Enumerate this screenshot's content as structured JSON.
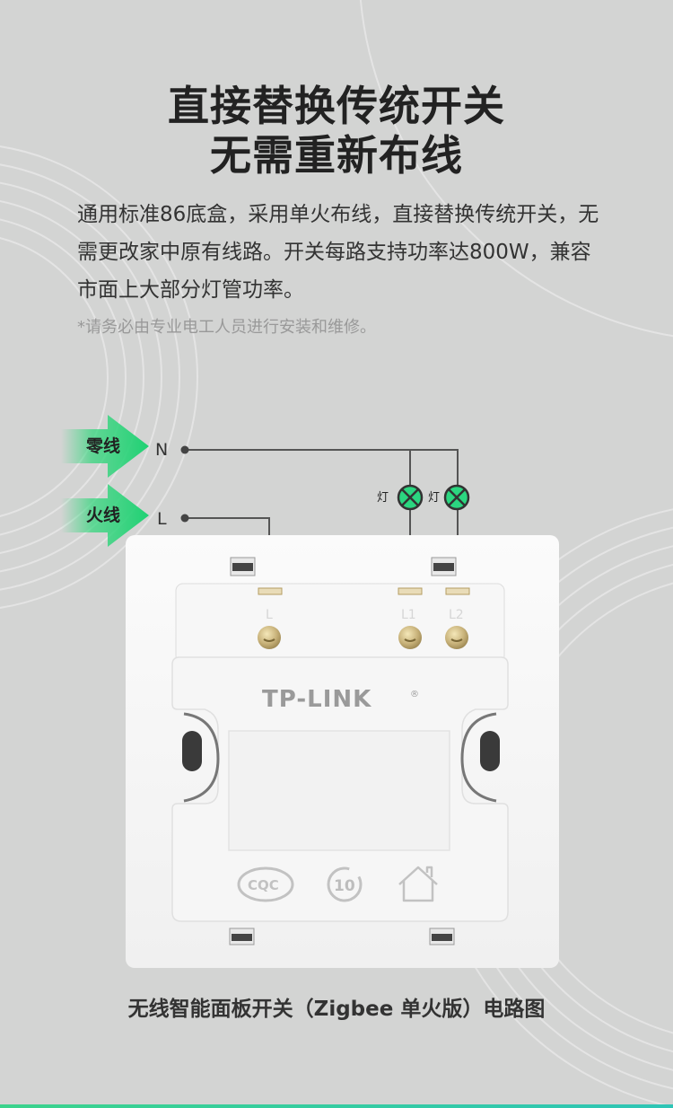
{
  "heading": {
    "line1": "直接替换传统开关",
    "line2": "无需重新布线"
  },
  "description": "通用标准86底盒，采用单火布线，直接替换传统开关，无需更改家中原有线路。开关每路支持功率达800W，兼容市面上大部分灯管功率。",
  "note": "*请务必由专业电工人员进行安装和维修。",
  "wiring": {
    "neutral_label": "零线",
    "neutral_terminal": "N",
    "live_label": "火线",
    "live_terminal": "L",
    "lamp1_label": "灯",
    "lamp2_label": "灯"
  },
  "switch": {
    "terminal_l": "L",
    "terminal_l1": "L1",
    "terminal_l2": "L2",
    "brand": "TP-LINK",
    "registered_mark": "®",
    "cert_cqc": "CQC",
    "cert_10": "10"
  },
  "caption": "无线智能面板开关（Zigbee 单火版）电路图",
  "colors": {
    "arrow_green": "#2fd67a",
    "lamp_green": "#2bd680",
    "text_dark": "#222222",
    "accent_bar": "#3bd38c"
  }
}
